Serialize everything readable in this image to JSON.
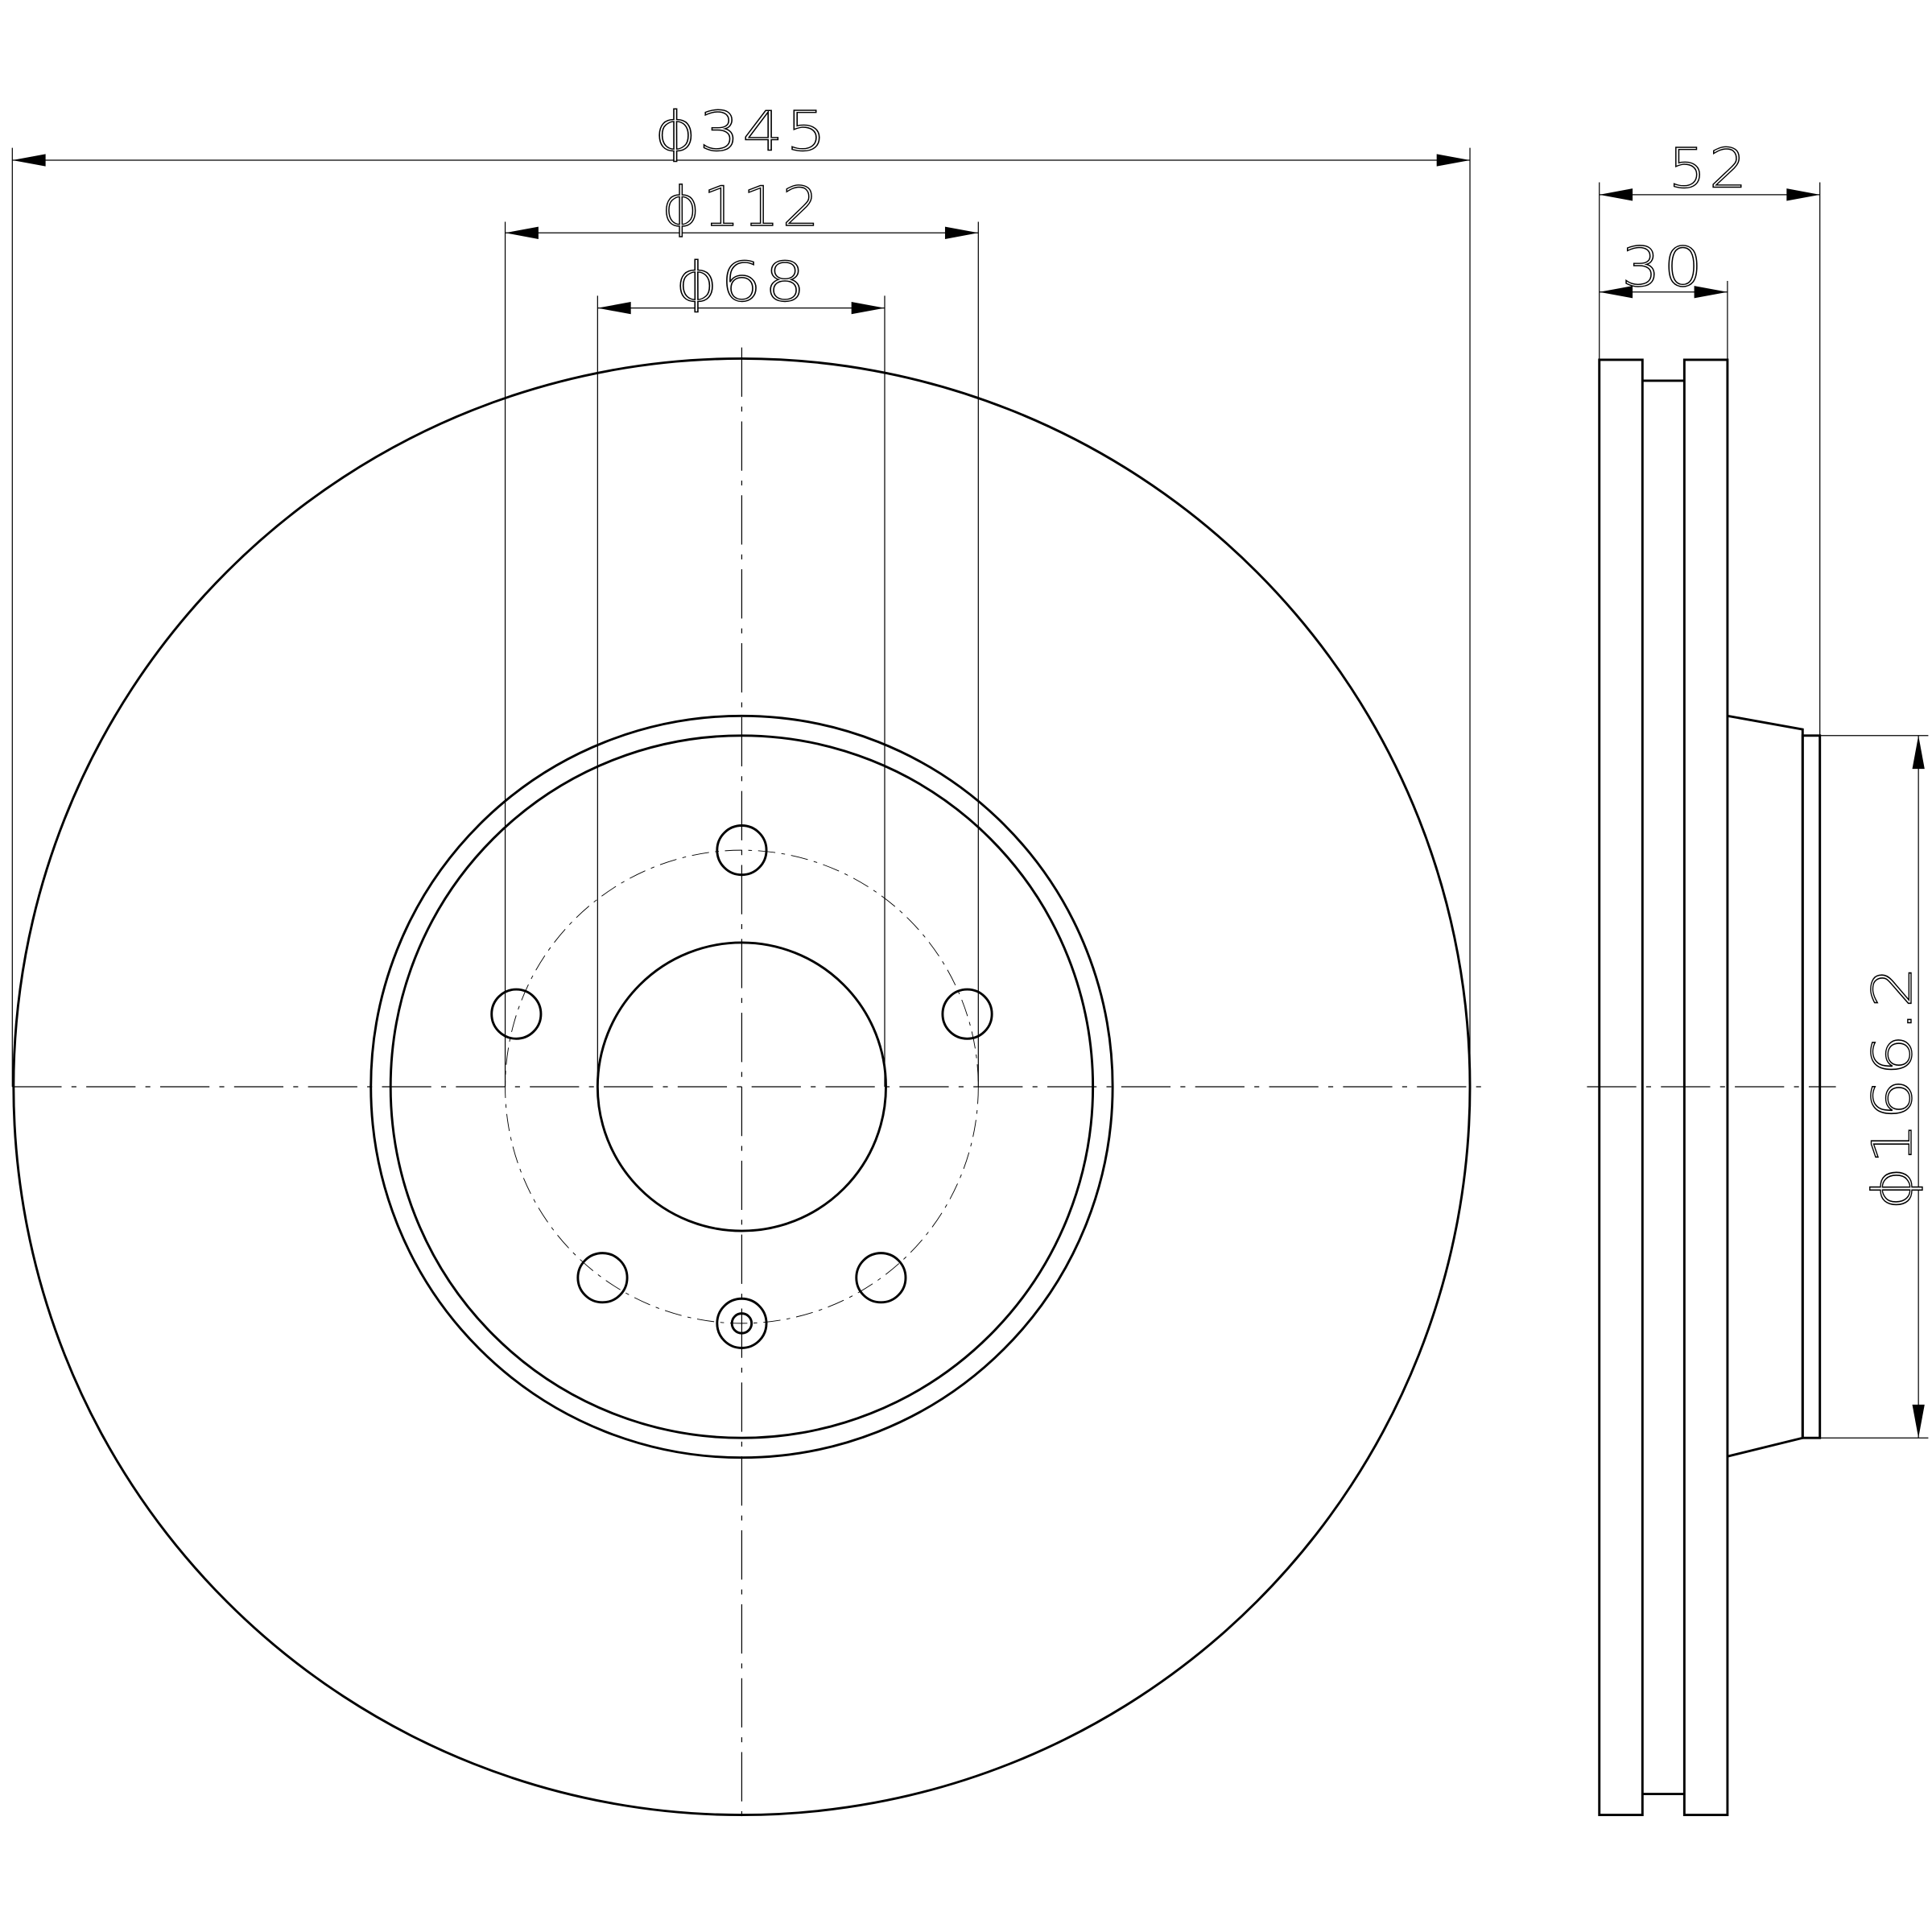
{
  "drawing": {
    "title": "Brake disc technical drawing",
    "units": "mm",
    "accent_color": "#000000",
    "background_color": "#ffffff"
  },
  "dimensions": {
    "outer_diameter": "ϕ345",
    "bolt_circle_diameter": "ϕ112",
    "center_bore_diameter": "ϕ68",
    "total_height": "52",
    "disc_thickness": "30",
    "hat_diameter": "ϕ166.2"
  },
  "features": {
    "bolt_holes": 5,
    "locating_pin_holes": 1,
    "ventilated": true
  }
}
